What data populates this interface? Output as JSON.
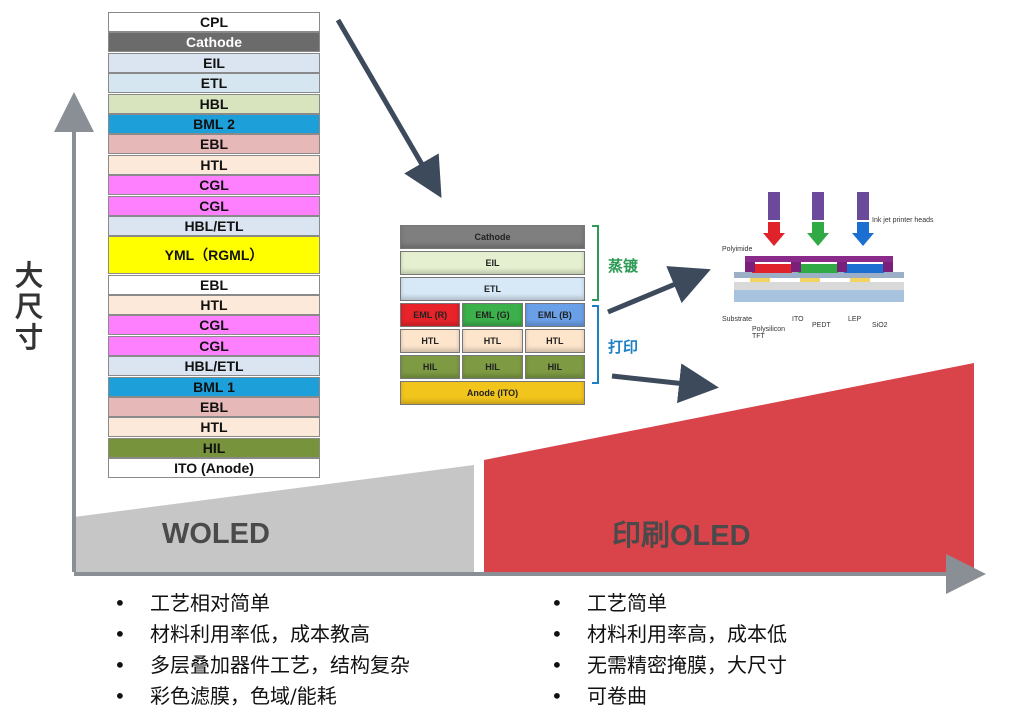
{
  "axis": {
    "y_label": "大尺寸"
  },
  "woled_stack": [
    {
      "label": "CPL",
      "color": "#ffffff"
    },
    {
      "label": "Cathode",
      "color": "#6b6b6b"
    },
    {
      "label": "EIL",
      "color": "#dbe5f1"
    },
    {
      "label": "ETL",
      "color": "#d6e6f0"
    },
    {
      "label": "HBL",
      "color": "#d7e4bd"
    },
    {
      "label": "BML 2",
      "color": "#1d9fd9"
    },
    {
      "label": "EBL",
      "color": "#e6b9b8"
    },
    {
      "label": "HTL",
      "color": "#fde9d9"
    },
    {
      "label": "CGL",
      "color": "#ff80ff"
    },
    {
      "label": "CGL",
      "color": "#ff80ff"
    },
    {
      "label": "HBL/ETL",
      "color": "#dbe5f1"
    },
    {
      "label": "YML（RGML）",
      "color": "#ffff00",
      "tall": true
    },
    {
      "label": "EBL",
      "color": "#ffffff"
    },
    {
      "label": "HTL",
      "color": "#fde9d9"
    },
    {
      "label": "CGL",
      "color": "#ff80ff"
    },
    {
      "label": "CGL",
      "color": "#ff80ff"
    },
    {
      "label": "HBL/ETL",
      "color": "#dbe5f1"
    },
    {
      "label": "BML 1",
      "color": "#1d9fd9"
    },
    {
      "label": "EBL",
      "color": "#e6b9b8"
    },
    {
      "label": "HTL",
      "color": "#fde9d9"
    },
    {
      "label": "HIL",
      "color": "#77933c"
    },
    {
      "label": "ITO (Anode)",
      "color": "#ffffff"
    }
  ],
  "printed_stack": {
    "rows": [
      [
        {
          "label": "Cathode",
          "color": "#7f7f7f"
        }
      ],
      [
        {
          "label": "EIL",
          "color": "#e4f0cf"
        }
      ],
      [
        {
          "label": "ETL",
          "color": "#d7e9f7"
        }
      ],
      [
        {
          "label": "EML (R)",
          "color": "#e8232a"
        },
        {
          "label": "EML (G)",
          "color": "#3cb04a"
        },
        {
          "label": "EML (B)",
          "color": "#6aa0e8"
        }
      ],
      [
        {
          "label": "HTL",
          "color": "#fde5cc"
        },
        {
          "label": "HTL",
          "color": "#fde5cc"
        },
        {
          "label": "HTL",
          "color": "#fde5cc"
        }
      ],
      [
        {
          "label": "HIL",
          "color": "#7e9b44"
        },
        {
          "label": "HIL",
          "color": "#7e9b44"
        },
        {
          "label": "HIL",
          "color": "#7e9b44"
        }
      ],
      [
        {
          "label": "Anode (ITO)",
          "color": "#f2c51d"
        }
      ]
    ],
    "label_evaporation": "蒸镀",
    "label_printing": "打印"
  },
  "inkjet": {
    "heads_label": "Ink jet printer heads",
    "polyimide": "Polyimide",
    "substrate": "Substrate",
    "polysilicon_tft": "Polysilicon TFT",
    "ito": "ITO",
    "pedt": "PEDT",
    "lep": "LEP",
    "sio2": "SiO2"
  },
  "regions": {
    "woled": "WOLED",
    "printed_oled": "印刷OLED"
  },
  "colors": {
    "woled_fill": "#c6c6c6",
    "printed_fill": "#d9434a",
    "axis": "#8a8f96",
    "arrow": "#3d4a5c"
  },
  "woled_bullets": [
    "工艺相对简单",
    "材料利用率低，成本教高",
    "多层叠加器件工艺，结构复杂",
    "彩色滤膜，色域/能耗"
  ],
  "printed_bullets": [
    "工艺简单",
    "材料利用率高，成本低",
    "无需精密掩膜，大尺寸",
    "可卷曲"
  ],
  "bullet_char": "•"
}
